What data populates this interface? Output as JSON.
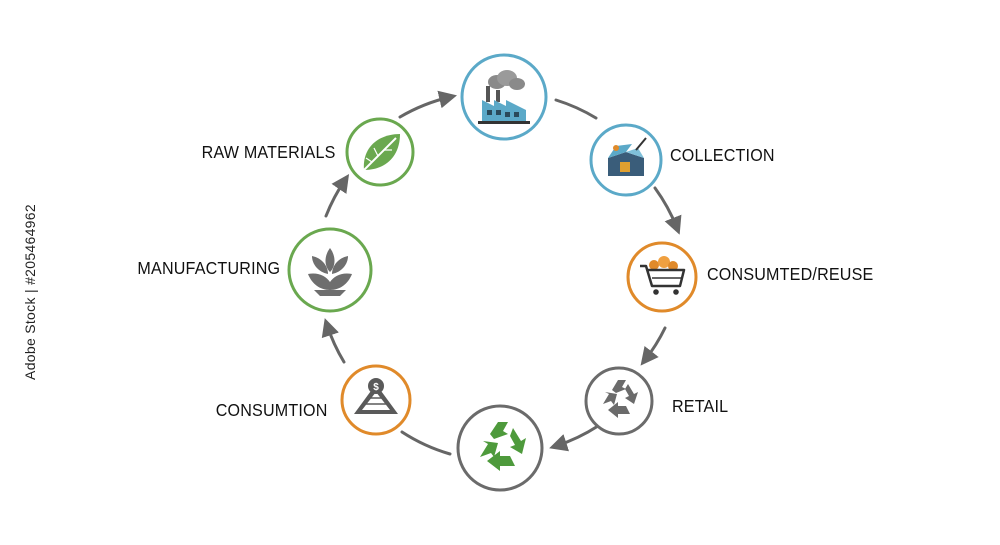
{
  "labels": {
    "raw_materials": "RAW MATERIALS",
    "collection": "COLLECTION",
    "consumted_reuse": "CONSUMTED/REUSE",
    "retail": "RETAIL",
    "consumtion": "CONSUMTION",
    "manufacturing": "MANUFACTURING"
  },
  "watermark": {
    "stock_id": "Adobe Stock | #205464962"
  },
  "icons": {
    "top": "factory-icon",
    "collection": "collection-box-icon",
    "consumted_reuse": "shopping-cart-icon",
    "retail": "recycle-icon",
    "bottom": "recycle-icon",
    "consumtion": "money-pyramid-icon",
    "manufacturing": "lotus-icon",
    "raw_materials": "leaf-icon"
  },
  "colors": {
    "blue": "#5ba9c8",
    "orange": "#e08a2a",
    "gray": "#6b6b6b",
    "green": "#6aa84f",
    "recycle_green": "#4e9a3c",
    "arrow": "#666666"
  }
}
